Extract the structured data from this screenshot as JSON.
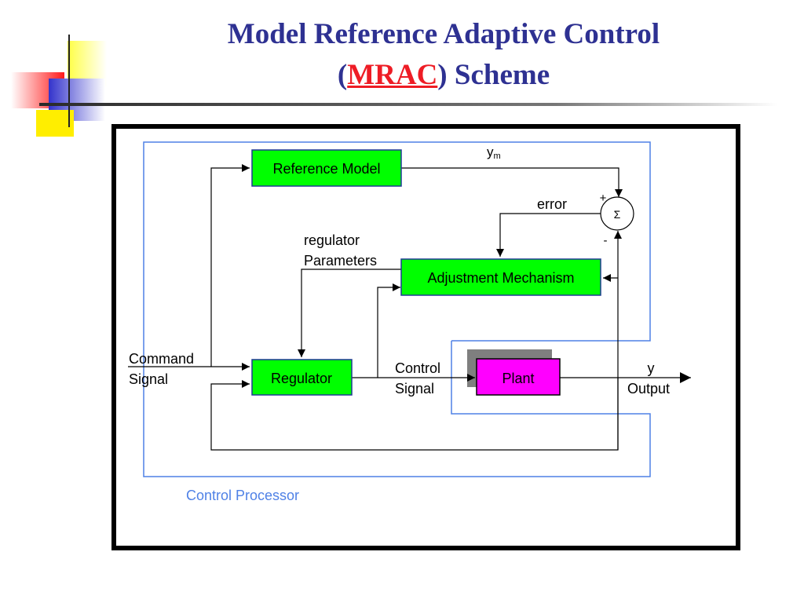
{
  "slide": {
    "title_line1": "Model Reference Adaptive Control",
    "title_open": "(",
    "title_acronym": "MRAC",
    "title_close": ")  Scheme"
  },
  "diagram": {
    "blocks": {
      "reference_model": "Reference Model",
      "adjustment_mechanism": "Adjustment Mechanism",
      "regulator": "Regulator",
      "plant": "Plant"
    },
    "summing_junction": {
      "symbol": "Σ",
      "plus": "+",
      "minus": "-"
    },
    "labels": {
      "ym_base": "y",
      "ym_sub": "m",
      "error": "error",
      "regulator_params_1": "regulator",
      "regulator_params_2": "Parameters",
      "command_1": "Command",
      "command_2": "Signal",
      "control_1": "Control",
      "control_2": "Signal",
      "output_y": "y",
      "output_label": "Output",
      "control_processor": "Control Processor"
    },
    "colors": {
      "block_green": "#00ff00",
      "plant_magenta": "#ff00ff",
      "processor_outline": "#4f81e6",
      "title_blue": "#2e3192",
      "acronym_red": "#ee1c25"
    }
  }
}
